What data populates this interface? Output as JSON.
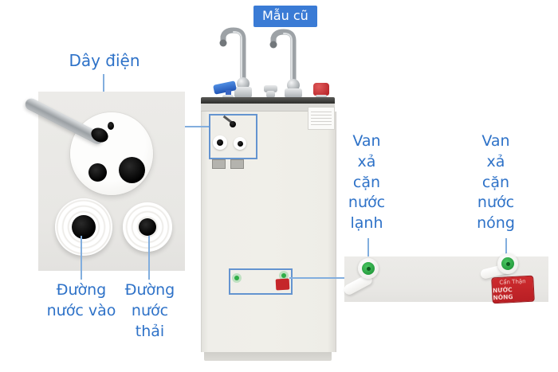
{
  "badge": {
    "label": "Mẫu cũ"
  },
  "annotations": {
    "power_cord": "Dây điện",
    "water_inlet": "Đường nước vào",
    "waste_water": "Đường nước thải",
    "cold_drain_valve": "Van xả cặn nước lạnh",
    "hot_drain_valve": "Van xả cặn nước nóng"
  },
  "stickers": {
    "hot_warning_line1": "Cẩn Thận",
    "hot_warning_line2": "NƯỚC NÓNG"
  },
  "colors": {
    "label_blue": "#2e72c8",
    "badge_blue": "#3a7bd5",
    "connector_blue": "#82aede",
    "photo_grey": "#e9e8e5",
    "machine_body": "#efeee9",
    "valve_green": "#2fae47",
    "warning_red": "#c5262a"
  }
}
